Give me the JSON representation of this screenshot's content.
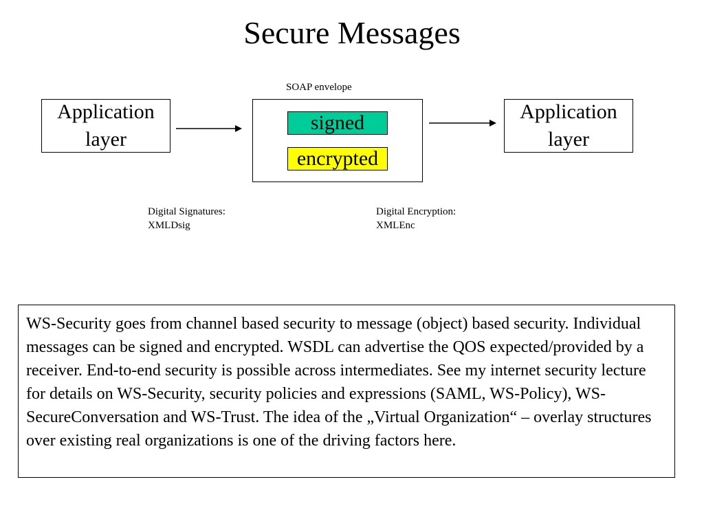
{
  "slide": {
    "title": "Secure Messages"
  },
  "diagram": {
    "left_box_label": "Application layer",
    "right_box_label": "Application layer",
    "envelope_label": "SOAP envelope",
    "signed_label": "signed",
    "encrypted_label": "encrypted",
    "signed_color": "#00cc99",
    "encrypted_color": "#ffff00",
    "caption_signatures": {
      "line1": "Digital Signatures:",
      "line2": "XMLDsig"
    },
    "caption_encryption": {
      "line1": "Digital Encryption:",
      "line2": "XMLEnc"
    }
  },
  "description": {
    "text": "WS-Security goes from channel based security to message (object) based security. Individual messages can be signed and encrypted. WSDL can advertise the QOS expected/provided by a receiver. End-to-end security is possible across intermediates. See my internet security lecture for details on WS-Security, security policies and expressions (SAML, WS-Policy), WS-SecureConversation and WS-Trust. The idea of the „Virtual Organization“ – overlay structures over existing real organizations is one of the driving factors here."
  }
}
